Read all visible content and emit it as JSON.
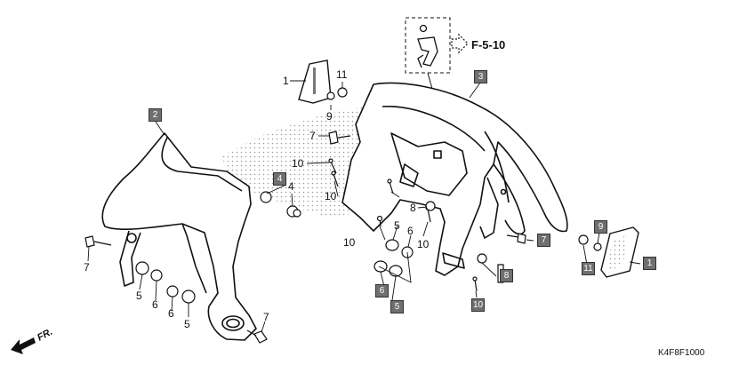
{
  "diagram": {
    "ref_link": "F-5-10",
    "drawing_code": "K4F8F1000",
    "direction_label": "FR.",
    "callouts": [
      {
        "id": "c1a",
        "text": "1",
        "boxed": false
      },
      {
        "id": "c11a",
        "text": "11",
        "boxed": false
      },
      {
        "id": "c9",
        "text": "9",
        "boxed": false
      },
      {
        "id": "c2",
        "text": "2",
        "boxed": true
      },
      {
        "id": "c3",
        "text": "3",
        "boxed": true
      },
      {
        "id": "c7a",
        "text": "7",
        "boxed": false
      },
      {
        "id": "c10a",
        "text": "10",
        "boxed": false
      },
      {
        "id": "c10b",
        "text": "10",
        "boxed": false
      },
      {
        "id": "c4a",
        "text": "4",
        "boxed": true
      },
      {
        "id": "c4b",
        "text": "4",
        "boxed": false
      },
      {
        "id": "c8a",
        "text": "8",
        "boxed": false
      },
      {
        "id": "c5a",
        "text": "5",
        "boxed": false
      },
      {
        "id": "c6a",
        "text": "6",
        "boxed": false
      },
      {
        "id": "c10c",
        "text": "10",
        "boxed": false
      },
      {
        "id": "c10d",
        "text": "10",
        "boxed": false
      },
      {
        "id": "c9b",
        "text": "9",
        "boxed": true
      },
      {
        "id": "c7b",
        "text": "7",
        "boxed": true
      },
      {
        "id": "c11b",
        "text": "11",
        "boxed": true
      },
      {
        "id": "c1b",
        "text": "1",
        "boxed": true
      },
      {
        "id": "c8b",
        "text": "8",
        "boxed": true
      },
      {
        "id": "c10e",
        "text": "10",
        "boxed": true
      },
      {
        "id": "c6b",
        "text": "6",
        "boxed": true
      },
      {
        "id": "c5b",
        "text": "5",
        "boxed": true
      },
      {
        "id": "c7c",
        "text": "7",
        "boxed": false
      },
      {
        "id": "c5c",
        "text": "5",
        "boxed": false
      },
      {
        "id": "c6c",
        "text": "6",
        "boxed": false
      },
      {
        "id": "c6d",
        "text": "6",
        "boxed": false
      },
      {
        "id": "c5d",
        "text": "5",
        "boxed": false
      },
      {
        "id": "c7d",
        "text": "7",
        "boxed": false
      }
    ]
  }
}
